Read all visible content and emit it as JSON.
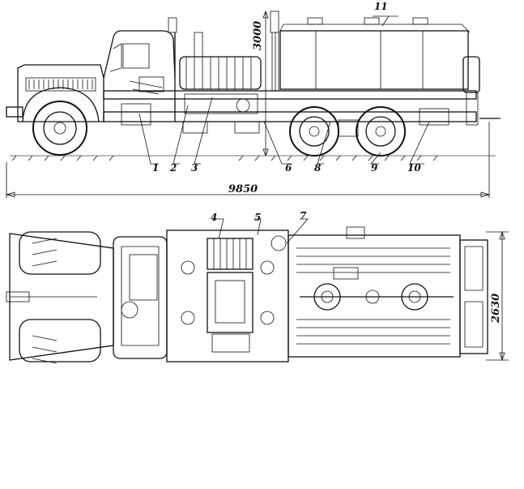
{
  "callouts": [
    "1",
    "2",
    "3",
    "4",
    "5",
    "6",
    "7",
    "8",
    "9",
    "10",
    "11"
  ],
  "dimensions": {
    "overall_length": "9850",
    "height": "3000",
    "width": "2630"
  }
}
